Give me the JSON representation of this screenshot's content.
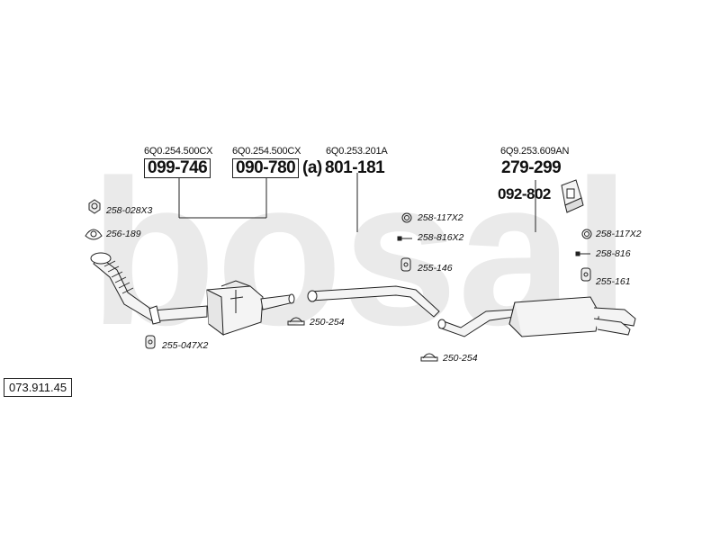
{
  "watermark": {
    "text": "bosal",
    "color": "#eaeaea"
  },
  "catalog_number": "073.911.45",
  "parts": [
    {
      "ref": "6Q0.254.500CX",
      "number": "099-746",
      "boxed": true,
      "suffix": ""
    },
    {
      "ref": "6Q0.254.500CX",
      "number": "090-780",
      "boxed": true,
      "suffix": "(a)"
    },
    {
      "ref": "6Q0.253.201A",
      "number": "801-181",
      "boxed": false,
      "suffix": ""
    },
    {
      "ref": "6Q9.253.609AN",
      "number": "279-299",
      "boxed": false,
      "suffix": ""
    },
    {
      "ref": "",
      "number": "092-802",
      "boxed": false,
      "suffix": ""
    }
  ],
  "accessories": [
    {
      "id": "nut-icon",
      "label": "258-028X3"
    },
    {
      "id": "gasket-icon",
      "label": "256-189"
    },
    {
      "id": "mount-icon",
      "label": "255-047X2"
    },
    {
      "id": "clamp-icon",
      "label": "250-254"
    },
    {
      "id": "ring-icon",
      "label": "258-117X2"
    },
    {
      "id": "bolt-icon",
      "label": "258-816X2"
    },
    {
      "id": "mount-icon",
      "label": "255-146"
    },
    {
      "id": "clamp-icon",
      "label": "250-254"
    },
    {
      "id": "ring-icon",
      "label": "258-117X2"
    },
    {
      "id": "bolt-icon",
      "label": "258-816"
    },
    {
      "id": "mount-icon",
      "label": "255-161"
    }
  ],
  "colors": {
    "line": "#222222",
    "fill": "#f4f4f4"
  }
}
